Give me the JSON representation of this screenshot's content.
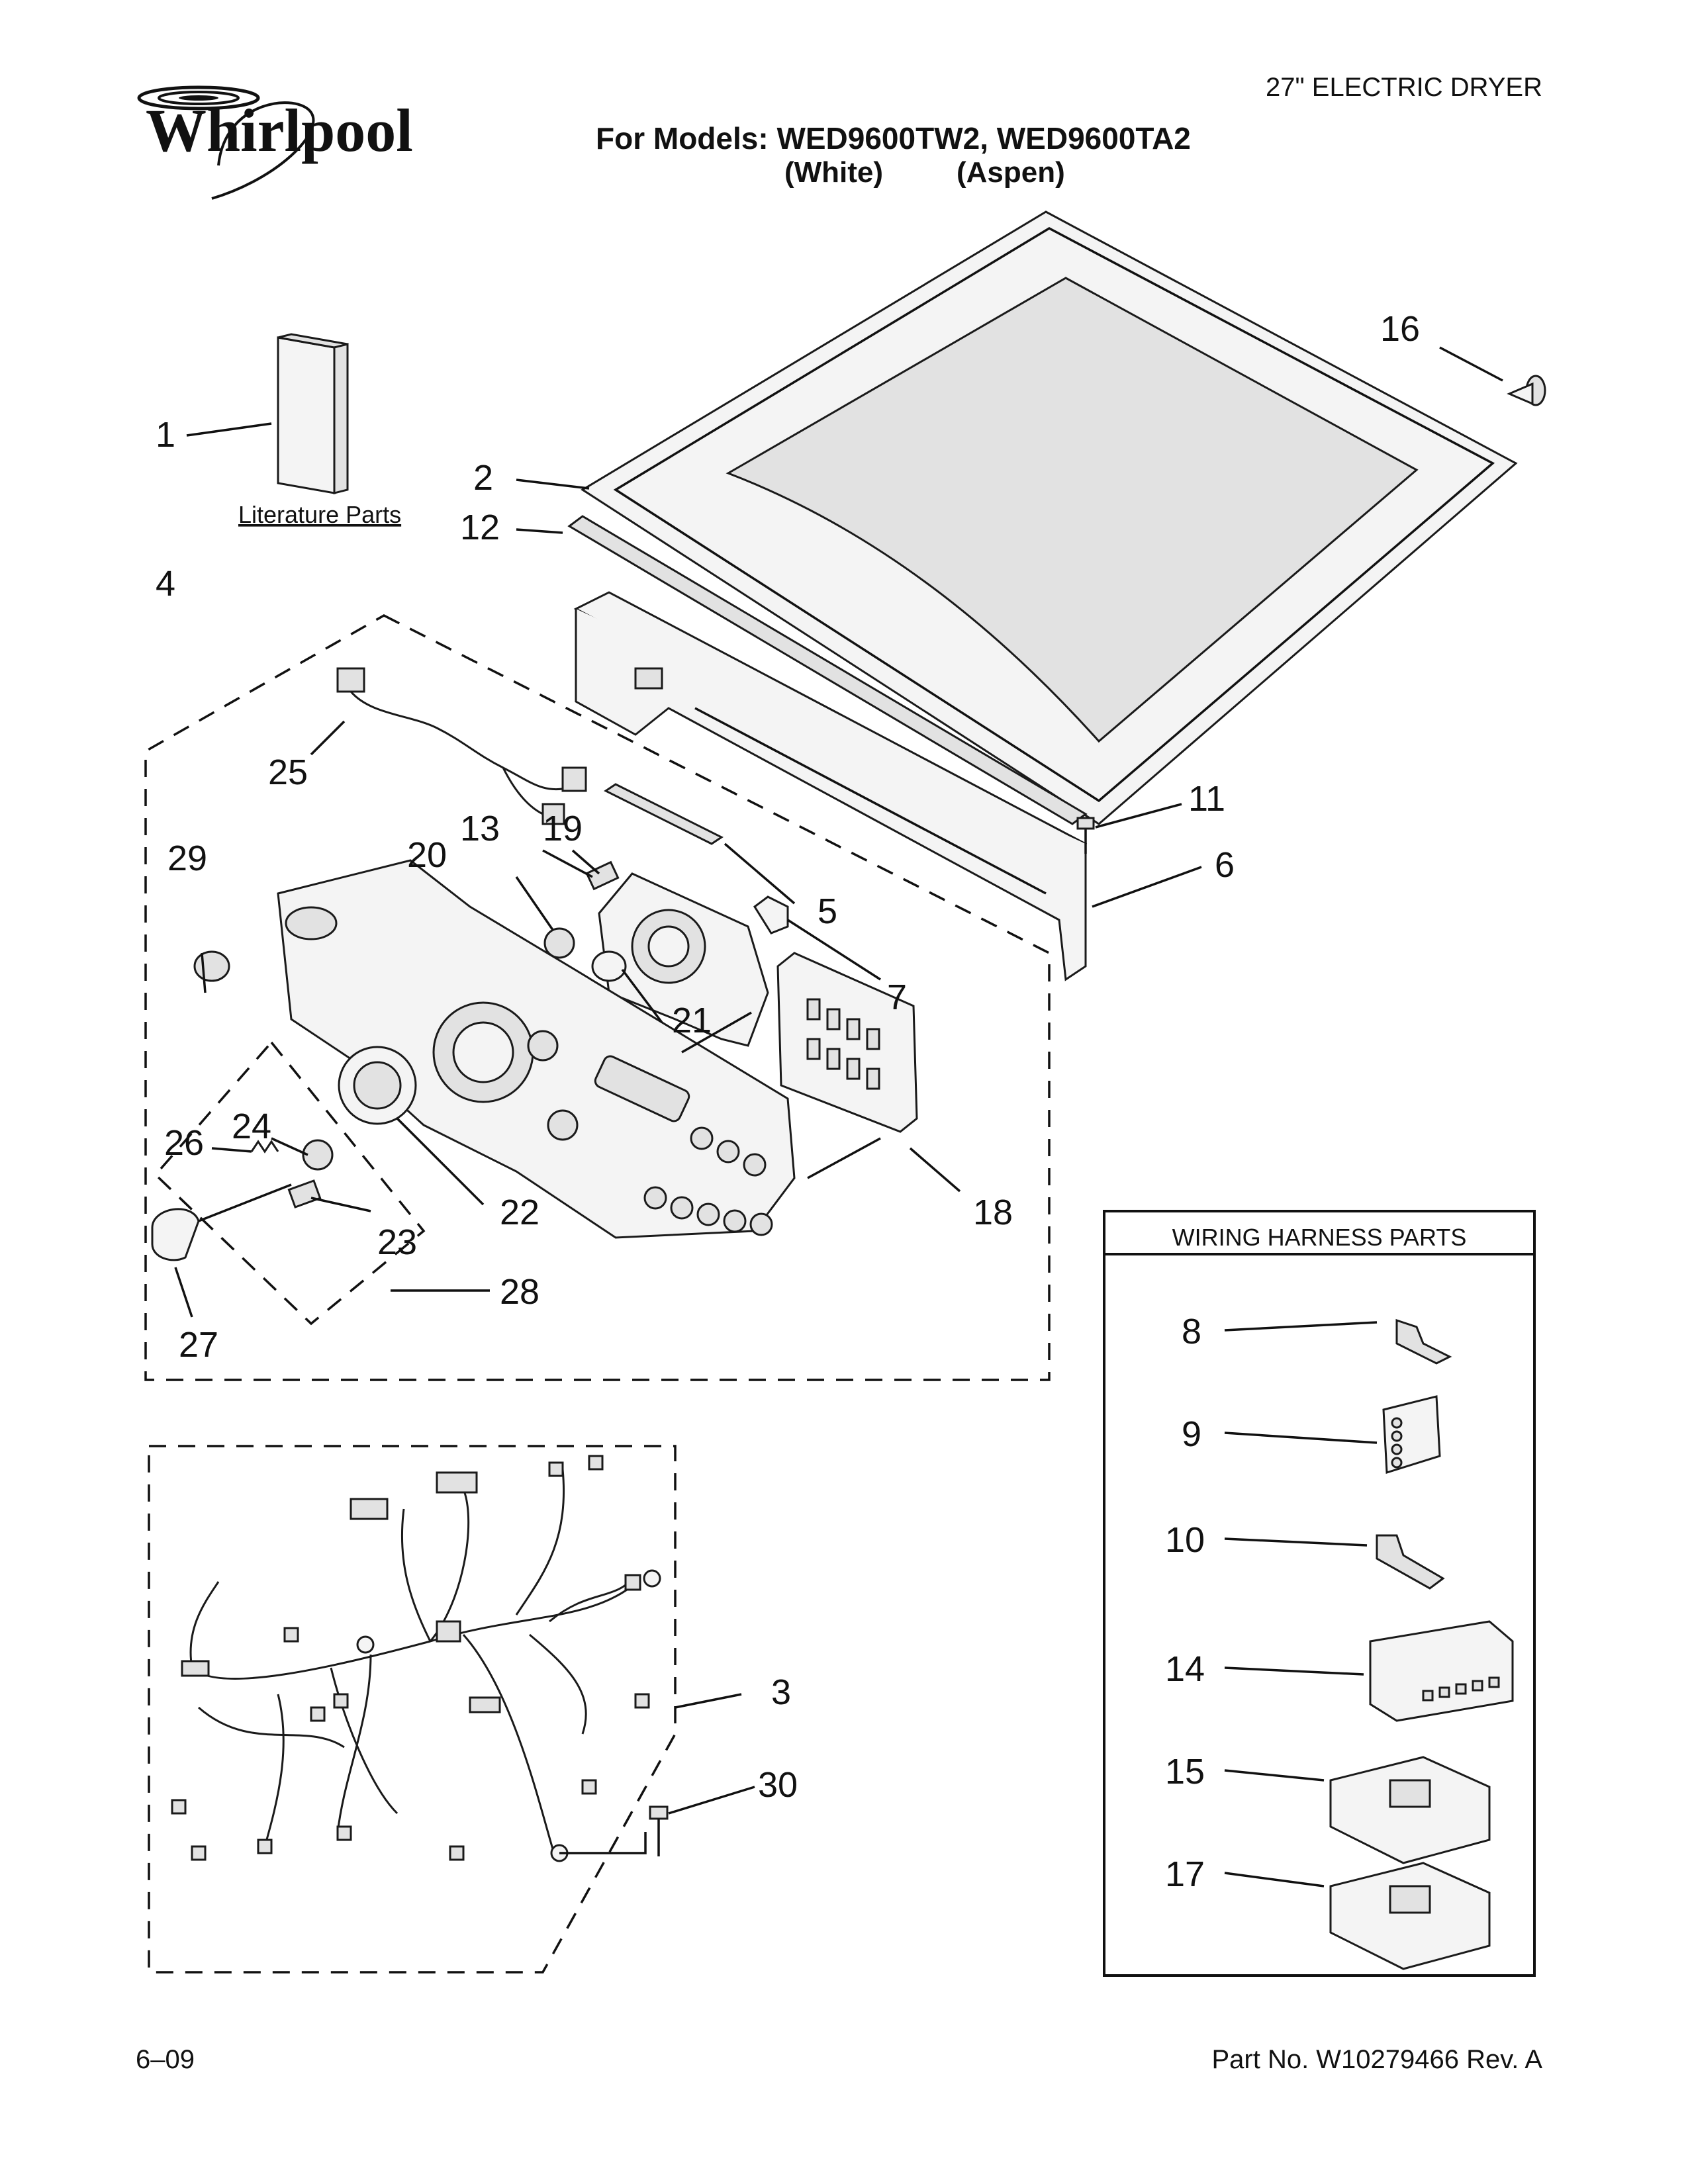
{
  "header": {
    "product_type": "27\" ELECTRIC DRYER",
    "brand": "Whirlpool",
    "models_line": "For Models: WED9600TW2, WED9600TA2",
    "color_white": "(White)",
    "color_aspen": "(Aspen)"
  },
  "literature_label": "Literature Parts",
  "wiring_box": {
    "title": "WIRING HARNESS PARTS"
  },
  "callouts": [
    "1",
    "2",
    "3",
    "4",
    "5",
    "6",
    "7",
    "8",
    "9",
    "10",
    "11",
    "12",
    "13",
    "14",
    "15",
    "16",
    "17",
    "18",
    "19",
    "20",
    "21",
    "22",
    "23",
    "24",
    "25",
    "26",
    "27",
    "28",
    "29",
    "30"
  ],
  "footer": {
    "date": "6–09",
    "part_number": "Part No. W10279466 Rev. A"
  },
  "colors": {
    "ink": "#111111",
    "paper": "#ffffff",
    "part_fill": "#f4f4f4"
  }
}
